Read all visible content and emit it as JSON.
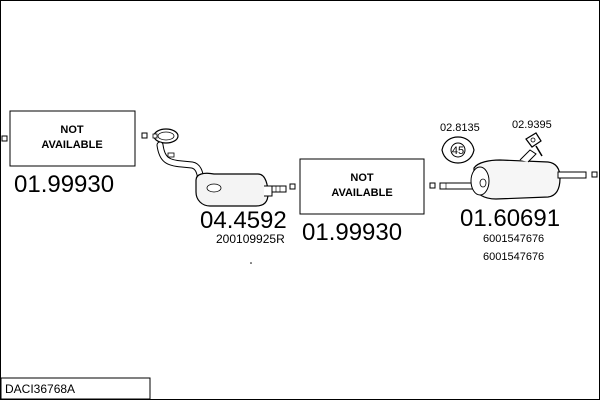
{
  "reference": "DACI36768A",
  "parts": {
    "part1": {
      "number": "01.99930",
      "status_line1": "NOT",
      "status_line2": "AVAILABLE"
    },
    "part2": {
      "number": "04.4592",
      "oem": "200109925R"
    },
    "part3": {
      "number": "01.99930",
      "status_line1": "NOT",
      "status_line2": "AVAILABLE"
    },
    "part4": {
      "number": "01.60691",
      "oem1": "6001547676",
      "oem2": "6001547676"
    },
    "accessory1": {
      "number": "02.8135",
      "label": "45"
    },
    "accessory2": {
      "number": "02.9395"
    }
  }
}
